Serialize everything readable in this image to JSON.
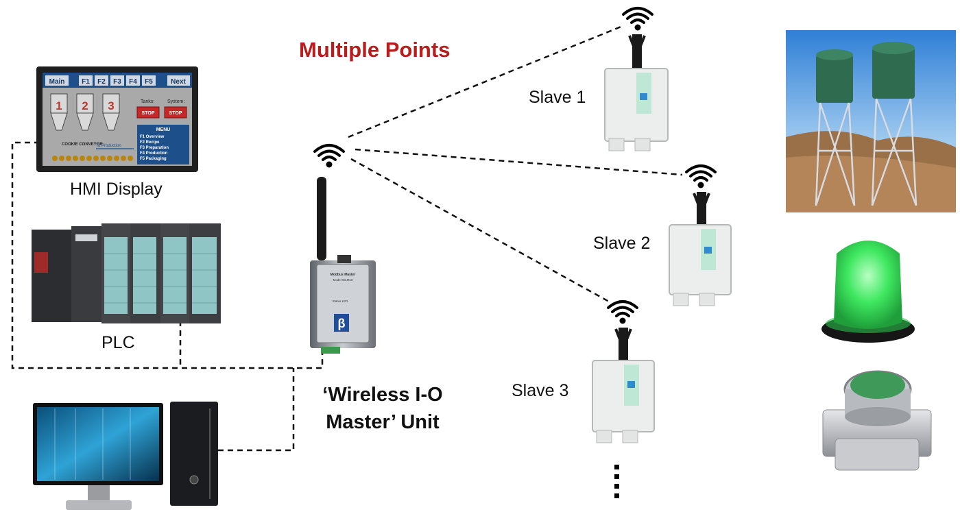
{
  "title": "Multiple Points",
  "labels": {
    "hmi": "HMI Display",
    "plc": "PLC",
    "master_line1": "‘Wireless I-O",
    "master_line2": "Master’ Unit",
    "slave1": "Slave 1",
    "slave2": "Slave 2",
    "slave3": "Slave 3"
  },
  "hmi_screen": {
    "nav": [
      "Main",
      "F1",
      "F2",
      "F3",
      "F4",
      "F5",
      "Next"
    ],
    "tank_numbers": [
      "1",
      "2",
      "3"
    ],
    "tanks_label": "Tanks:",
    "system_label": "System:",
    "stop": "STOP",
    "conveyor": "COOKIE CONVEYOR",
    "to_production": "To Production",
    "menu_title": "MENU",
    "menu_items": [
      "F1 Overview",
      "F2 Recipe",
      "F3 Preparation",
      "F4 Production",
      "F5 Packaging"
    ]
  },
  "master_device": {
    "brand": "Modbus Master",
    "model": "Model WLM10",
    "status": "Status LED",
    "logo": "β"
  },
  "colors": {
    "title": "#b91c1c",
    "link": "#111111",
    "light": "#39e05a"
  }
}
